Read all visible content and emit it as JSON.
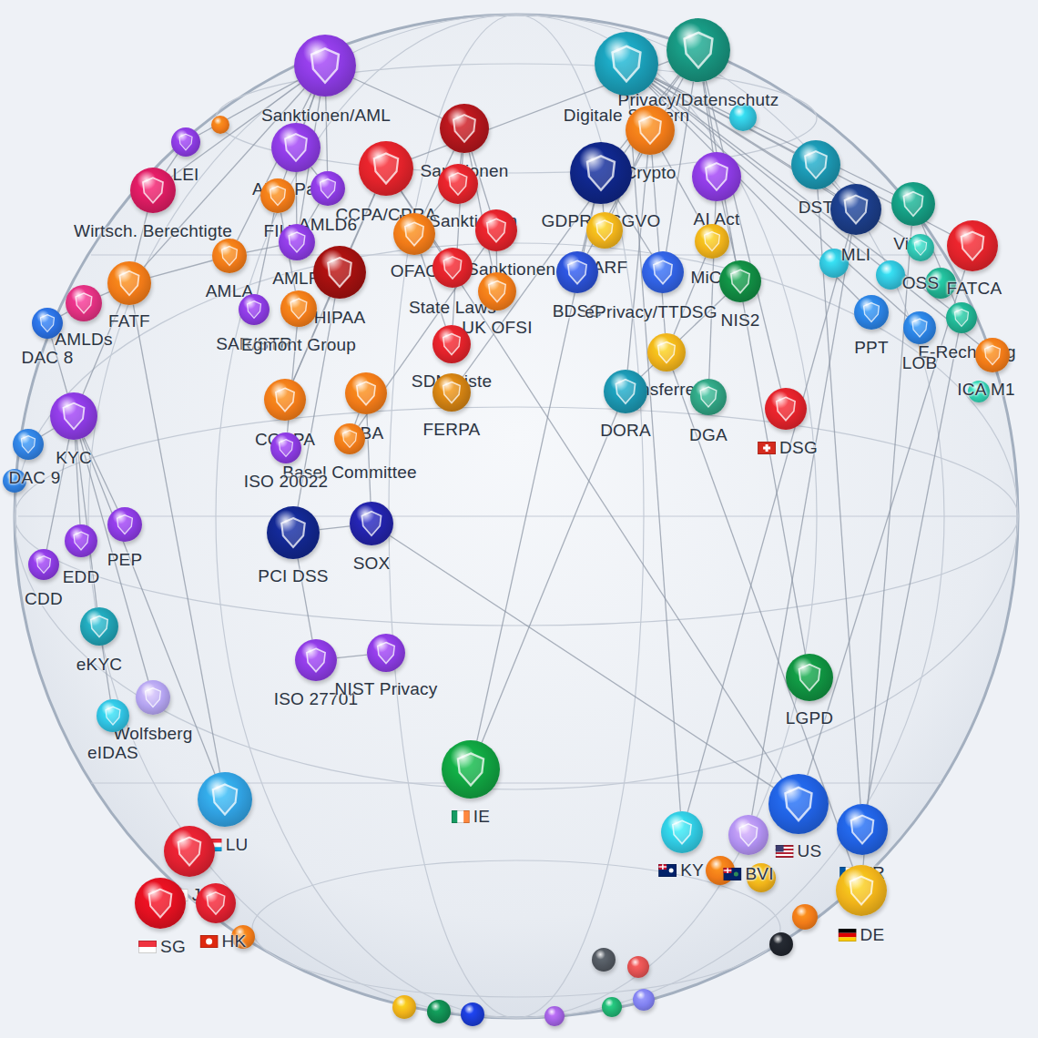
{
  "diagram": {
    "nodes": [
      {
        "text": [
          "Sanktionen/AML"
        ]
      },
      {
        "text": [
          "Privacy/Datenschutz"
        ]
      },
      {
        "text": [
          "Digitale Steuern"
        ]
      },
      {
        "text": [
          "LEI"
        ]
      },
      {
        "text": [
          "Sanktionen"
        ]
      },
      {
        "text": [
          "Crypto"
        ]
      },
      {
        "text": [
          "AML-Paket"
        ]
      },
      {
        "text": [
          "CCPA/CPRA"
        ]
      },
      {
        "text": [
          "GDPR/DSGVO"
        ]
      },
      {
        "text": [
          "AI Act"
        ]
      },
      {
        "text": [
          "DST"
        ]
      },
      {
        "text": [
          "Wirtsch. Berechtigte"
        ]
      },
      {
        "text": [
          "FIU"
        ]
      },
      {
        "text": [
          "AMLD6"
        ]
      },
      {
        "text": [
          "US-Sanktionen"
        ]
      },
      {
        "text": [
          "MLI"
        ]
      },
      {
        "text": [
          "ViDA"
        ]
      },
      {
        "text": [
          "FATCA"
        ]
      },
      {
        "text": [
          "ARF"
        ]
      },
      {
        "text": [
          "EU-Sanktionen"
        ]
      },
      {
        "text": [
          "OFAC"
        ]
      },
      {
        "text": [
          "AMLA"
        ]
      },
      {
        "text": [
          "AMLR"
        ]
      },
      {
        "text": [
          "MiCA"
        ]
      },
      {
        "text": [
          "State Laws"
        ]
      },
      {
        "text": [
          "HIPAA"
        ]
      },
      {
        "text": [
          "BDSG"
        ]
      },
      {
        "text": [
          "ePrivacy/TTDSG"
        ]
      },
      {
        "text": [
          "NIS2"
        ]
      },
      {
        "text": [
          "OSS"
        ]
      },
      {
        "text": [
          "FATF"
        ]
      },
      {
        "text": [
          "AMLDs"
        ]
      },
      {
        "text": [
          "UK OFSI"
        ]
      },
      {
        "text": [
          "SAR/STR"
        ]
      },
      {
        "text": [
          "Egmont Group"
        ]
      },
      {
        "text": [
          "DAC 8"
        ]
      },
      {
        "text": [
          "PPT"
        ]
      },
      {
        "text": [
          "E-Rechnung"
        ]
      },
      {
        "text": [
          "LOB"
        ]
      },
      {
        "text": [
          "SDN-Liste"
        ]
      },
      {
        "text": [
          "Transferregel"
        ]
      },
      {
        "text": [
          "ICA M1"
        ]
      },
      {
        "text": [
          "EBA"
        ]
      },
      {
        "text": [
          "COPPA"
        ]
      },
      {
        "text": [
          "FERPA"
        ]
      },
      {
        "text": [
          "DORA"
        ]
      },
      {
        "text": [
          "DGA"
        ]
      },
      {
        "text": [
          "DSG"
        ]
      },
      {
        "text": [
          "KYC"
        ]
      },
      {
        "text": [
          "Basel Committee"
        ]
      },
      {
        "text": [
          "ISO 20022"
        ]
      },
      {
        "text": [
          "DAC 9"
        ]
      },
      {
        "text": [
          "PCI DSS"
        ]
      },
      {
        "text": [
          "SOX"
        ]
      },
      {
        "text": [
          "PEP"
        ]
      },
      {
        "text": [
          "EDD"
        ]
      },
      {
        "text": [
          "CDD"
        ]
      },
      {
        "text": [
          "eKYC"
        ]
      },
      {
        "text": [
          "ISO 27701"
        ]
      },
      {
        "text": [
          "NIST Privacy"
        ]
      },
      {
        "text": [
          "LGPD"
        ]
      },
      {
        "text": [
          "Wolfsberg"
        ]
      },
      {
        "text": [
          "eIDAS"
        ]
      },
      {
        "text": [
          "IE"
        ]
      },
      {
        "text": [
          "LU"
        ]
      },
      {
        "text": [
          "US"
        ]
      },
      {
        "text": [
          "KY"
        ]
      },
      {
        "text": [
          "FR"
        ]
      },
      {
        "text": [
          "JP"
        ]
      },
      {
        "text": [
          "BVI"
        ]
      },
      {
        "text": [
          "SG"
        ]
      },
      {
        "text": [
          "HK"
        ]
      },
      {
        "text": [
          "DE"
        ]
      }
    ],
    "edges": [
      {
        "from": 0,
        "to": 6,
        "arrow": "none"
      },
      {
        "from": 0,
        "to": 13,
        "arrow": "none"
      },
      {
        "from": 0,
        "to": 22,
        "arrow": "none"
      },
      {
        "from": 0,
        "to": 21,
        "arrow": "none"
      },
      {
        "from": 0,
        "to": 12,
        "arrow": "none"
      },
      {
        "from": 0,
        "to": 30,
        "arrow": "none"
      },
      {
        "from": 0,
        "to": 4,
        "arrow": "none"
      },
      {
        "from": 0,
        "to": 3,
        "arrow": "none"
      },
      {
        "from": 0,
        "to": 11,
        "arrow": "none"
      },
      {
        "from": 4,
        "to": 14,
        "arrow": "none"
      },
      {
        "from": 4,
        "to": 19,
        "arrow": "none"
      },
      {
        "from": 4,
        "to": 20,
        "arrow": "none"
      },
      {
        "from": 4,
        "to": 32,
        "arrow": "none"
      },
      {
        "from": 4,
        "to": 39,
        "arrow": "none"
      },
      {
        "from": 14,
        "to": 20,
        "arrow": "none"
      },
      {
        "from": 20,
        "to": 39,
        "arrow": "none"
      },
      {
        "from": 19,
        "to": 32,
        "arrow": "none"
      },
      {
        "from": 6,
        "to": 13,
        "arrow": "none"
      },
      {
        "from": 6,
        "to": 22,
        "arrow": "none"
      },
      {
        "from": 13,
        "to": 22,
        "arrow": "none"
      },
      {
        "from": 21,
        "to": 22,
        "arrow": "none"
      },
      {
        "from": 21,
        "to": 30,
        "arrow": "none"
      },
      {
        "from": 12,
        "to": 34,
        "arrow": "none"
      },
      {
        "from": 33,
        "to": 12,
        "arrow": "none"
      },
      {
        "from": 30,
        "to": 11,
        "arrow": "none"
      },
      {
        "from": 30,
        "to": 31,
        "arrow": "none"
      },
      {
        "from": 31,
        "to": 35,
        "arrow": "none"
      },
      {
        "from": 30,
        "to": 48,
        "arrow": "none"
      },
      {
        "from": 48,
        "to": 54,
        "arrow": "none"
      },
      {
        "from": 48,
        "to": 55,
        "arrow": "none"
      },
      {
        "from": 48,
        "to": 56,
        "arrow": "none"
      },
      {
        "from": 48,
        "to": 57,
        "arrow": "none"
      },
      {
        "from": 57,
        "to": 62,
        "arrow": "none"
      },
      {
        "from": 61,
        "to": 48,
        "arrow": "none"
      },
      {
        "from": 3,
        "to": 11,
        "arrow": "none"
      },
      {
        "from": 1,
        "to": 8,
        "arrow": "none"
      },
      {
        "from": 1,
        "to": 26,
        "arrow": "none"
      },
      {
        "from": 1,
        "to": 27,
        "arrow": "none"
      },
      {
        "from": 1,
        "to": 9,
        "arrow": "none"
      },
      {
        "from": 1,
        "to": 7,
        "arrow": "none"
      },
      {
        "from": 7,
        "to": 24,
        "arrow": "none"
      },
      {
        "from": 7,
        "to": 43,
        "arrow": "none"
      },
      {
        "from": 25,
        "to": 52,
        "arrow": "none"
      },
      {
        "from": 8,
        "to": 26,
        "arrow": "none"
      },
      {
        "from": 8,
        "to": 27,
        "arrow": "none"
      },
      {
        "from": 8,
        "to": 18,
        "arrow": "none"
      },
      {
        "from": 9,
        "to": 46,
        "arrow": "none"
      },
      {
        "from": 9,
        "to": 28,
        "arrow": "none"
      },
      {
        "from": 2,
        "to": 10,
        "arrow": "none"
      },
      {
        "from": 2,
        "to": 15,
        "arrow": "none"
      },
      {
        "from": 2,
        "to": 16,
        "arrow": "none"
      },
      {
        "from": 2,
        "to": 17,
        "arrow": "none"
      },
      {
        "from": 2,
        "to": 29,
        "arrow": "none"
      },
      {
        "from": 2,
        "to": 36,
        "arrow": "none"
      },
      {
        "from": 2,
        "to": 37,
        "arrow": "none"
      },
      {
        "from": 2,
        "to": 38,
        "arrow": "none"
      },
      {
        "from": 2,
        "to": 41,
        "arrow": "none"
      },
      {
        "from": 10,
        "to": 15,
        "arrow": "none"
      },
      {
        "from": 16,
        "to": 37,
        "arrow": "none"
      },
      {
        "from": 5,
        "to": 23,
        "arrow": "none"
      },
      {
        "from": 5,
        "to": 40,
        "arrow": "none"
      },
      {
        "from": 5,
        "to": 18,
        "arrow": "none"
      },
      {
        "from": 23,
        "to": 40,
        "arrow": "none"
      },
      {
        "from": 45,
        "to": 28,
        "arrow": "none"
      },
      {
        "from": 45,
        "to": 5,
        "arrow": "none"
      },
      {
        "from": 52,
        "to": 53,
        "arrow": "none"
      },
      {
        "from": 53,
        "to": 42,
        "arrow": "none"
      },
      {
        "from": 49,
        "to": 42,
        "arrow": "none"
      },
      {
        "from": 50,
        "to": 34,
        "arrow": "none"
      },
      {
        "from": 58,
        "to": 59,
        "arrow": "none"
      },
      {
        "from": 58,
        "to": 52,
        "arrow": "none"
      },
      {
        "from": 63,
        "to": 8,
        "arrow": "none"
      },
      {
        "from": 63,
        "to": 45,
        "arrow": "none"
      },
      {
        "from": 64,
        "to": 48,
        "arrow": "none"
      },
      {
        "from": 64,
        "to": 30,
        "arrow": "none"
      },
      {
        "from": 65,
        "to": 7,
        "arrow": "none"
      },
      {
        "from": 65,
        "to": 53,
        "arrow": "none"
      },
      {
        "from": 65,
        "to": 17,
        "arrow": "none"
      },
      {
        "from": 66,
        "to": 2,
        "arrow": "none"
      },
      {
        "from": 66,
        "to": 15,
        "arrow": "none"
      },
      {
        "from": 67,
        "to": 37,
        "arrow": "none"
      },
      {
        "from": 67,
        "to": 10,
        "arrow": "none"
      },
      {
        "from": 69,
        "to": 15,
        "arrow": "none"
      },
      {
        "from": 72,
        "to": 16,
        "arrow": "none"
      },
      {
        "from": 72,
        "to": 40,
        "arrow": "none"
      },
      {
        "from": 60,
        "to": 1,
        "arrow": "none"
      },
      {
        "from": 47,
        "to": 1,
        "arrow": "none"
      },
      {
        "from": 44,
        "to": 1,
        "arrow": "none"
      },
      {
        "from": 7,
        "to": 25,
        "arrow": "none"
      },
      {
        "from": 25,
        "to": 43,
        "arrow": "none"
      },
      {
        "from": 49,
        "to": 19,
        "arrow": "none"
      },
      {
        "from": 51,
        "to": 48,
        "arrow": "none"
      },
      {
        "from": 35,
        "to": 48,
        "arrow": "none"
      }
    ]
  }
}
